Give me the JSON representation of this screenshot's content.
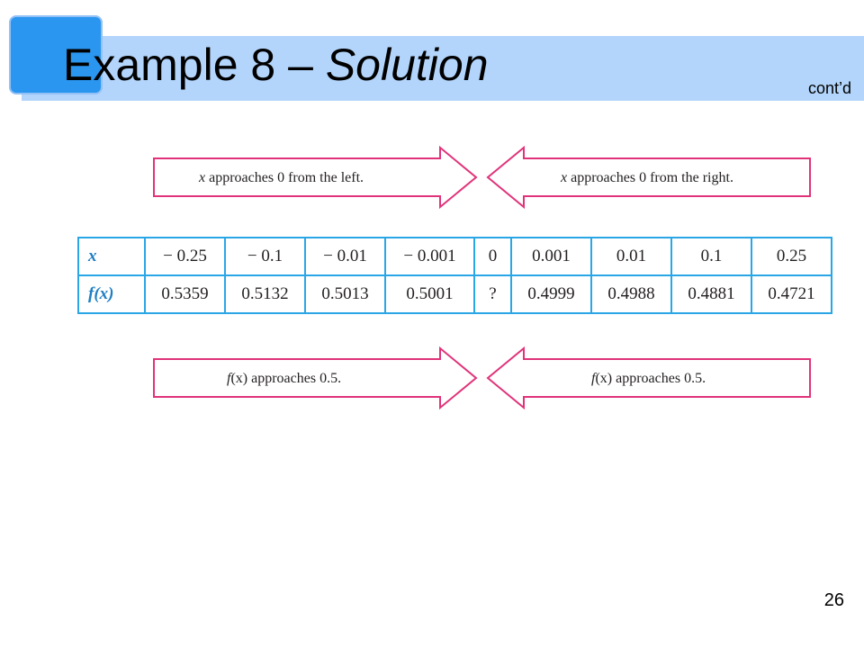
{
  "slide": {
    "title_main": "Example 8 – ",
    "title_italic": "Solution",
    "contd": "cont’d",
    "page_number": "26"
  },
  "arrows": {
    "top_left": {
      "var": "x",
      "rest": " approaches 0 from the left."
    },
    "top_right": {
      "var": "x",
      "rest": " approaches 0 from the right."
    },
    "bottom_left": {
      "var": "f",
      "rest": "(x) approaches 0.5."
    },
    "bottom_right": {
      "var": "f",
      "rest": "(x) approaches 0.5."
    }
  },
  "table": {
    "row_x_header": "x",
    "row_fx_header": "f(x)",
    "x_values": [
      "− 0.25",
      "− 0.1",
      "− 0.01",
      "− 0.001",
      "0",
      "0.001",
      "0.01",
      "0.1",
      "0.25"
    ],
    "fx_values": [
      "0.5359",
      "0.5132",
      "0.5013",
      "0.5001",
      "?",
      "0.4999",
      "0.4988",
      "0.4881",
      "0.4721"
    ]
  },
  "colors": {
    "title_bar": "#b3d5fb",
    "title_square": "#2a96f0",
    "arrow_border": "#e0337a",
    "table_border": "#2aa6e6",
    "table_header_text": "#1f7ec4"
  }
}
